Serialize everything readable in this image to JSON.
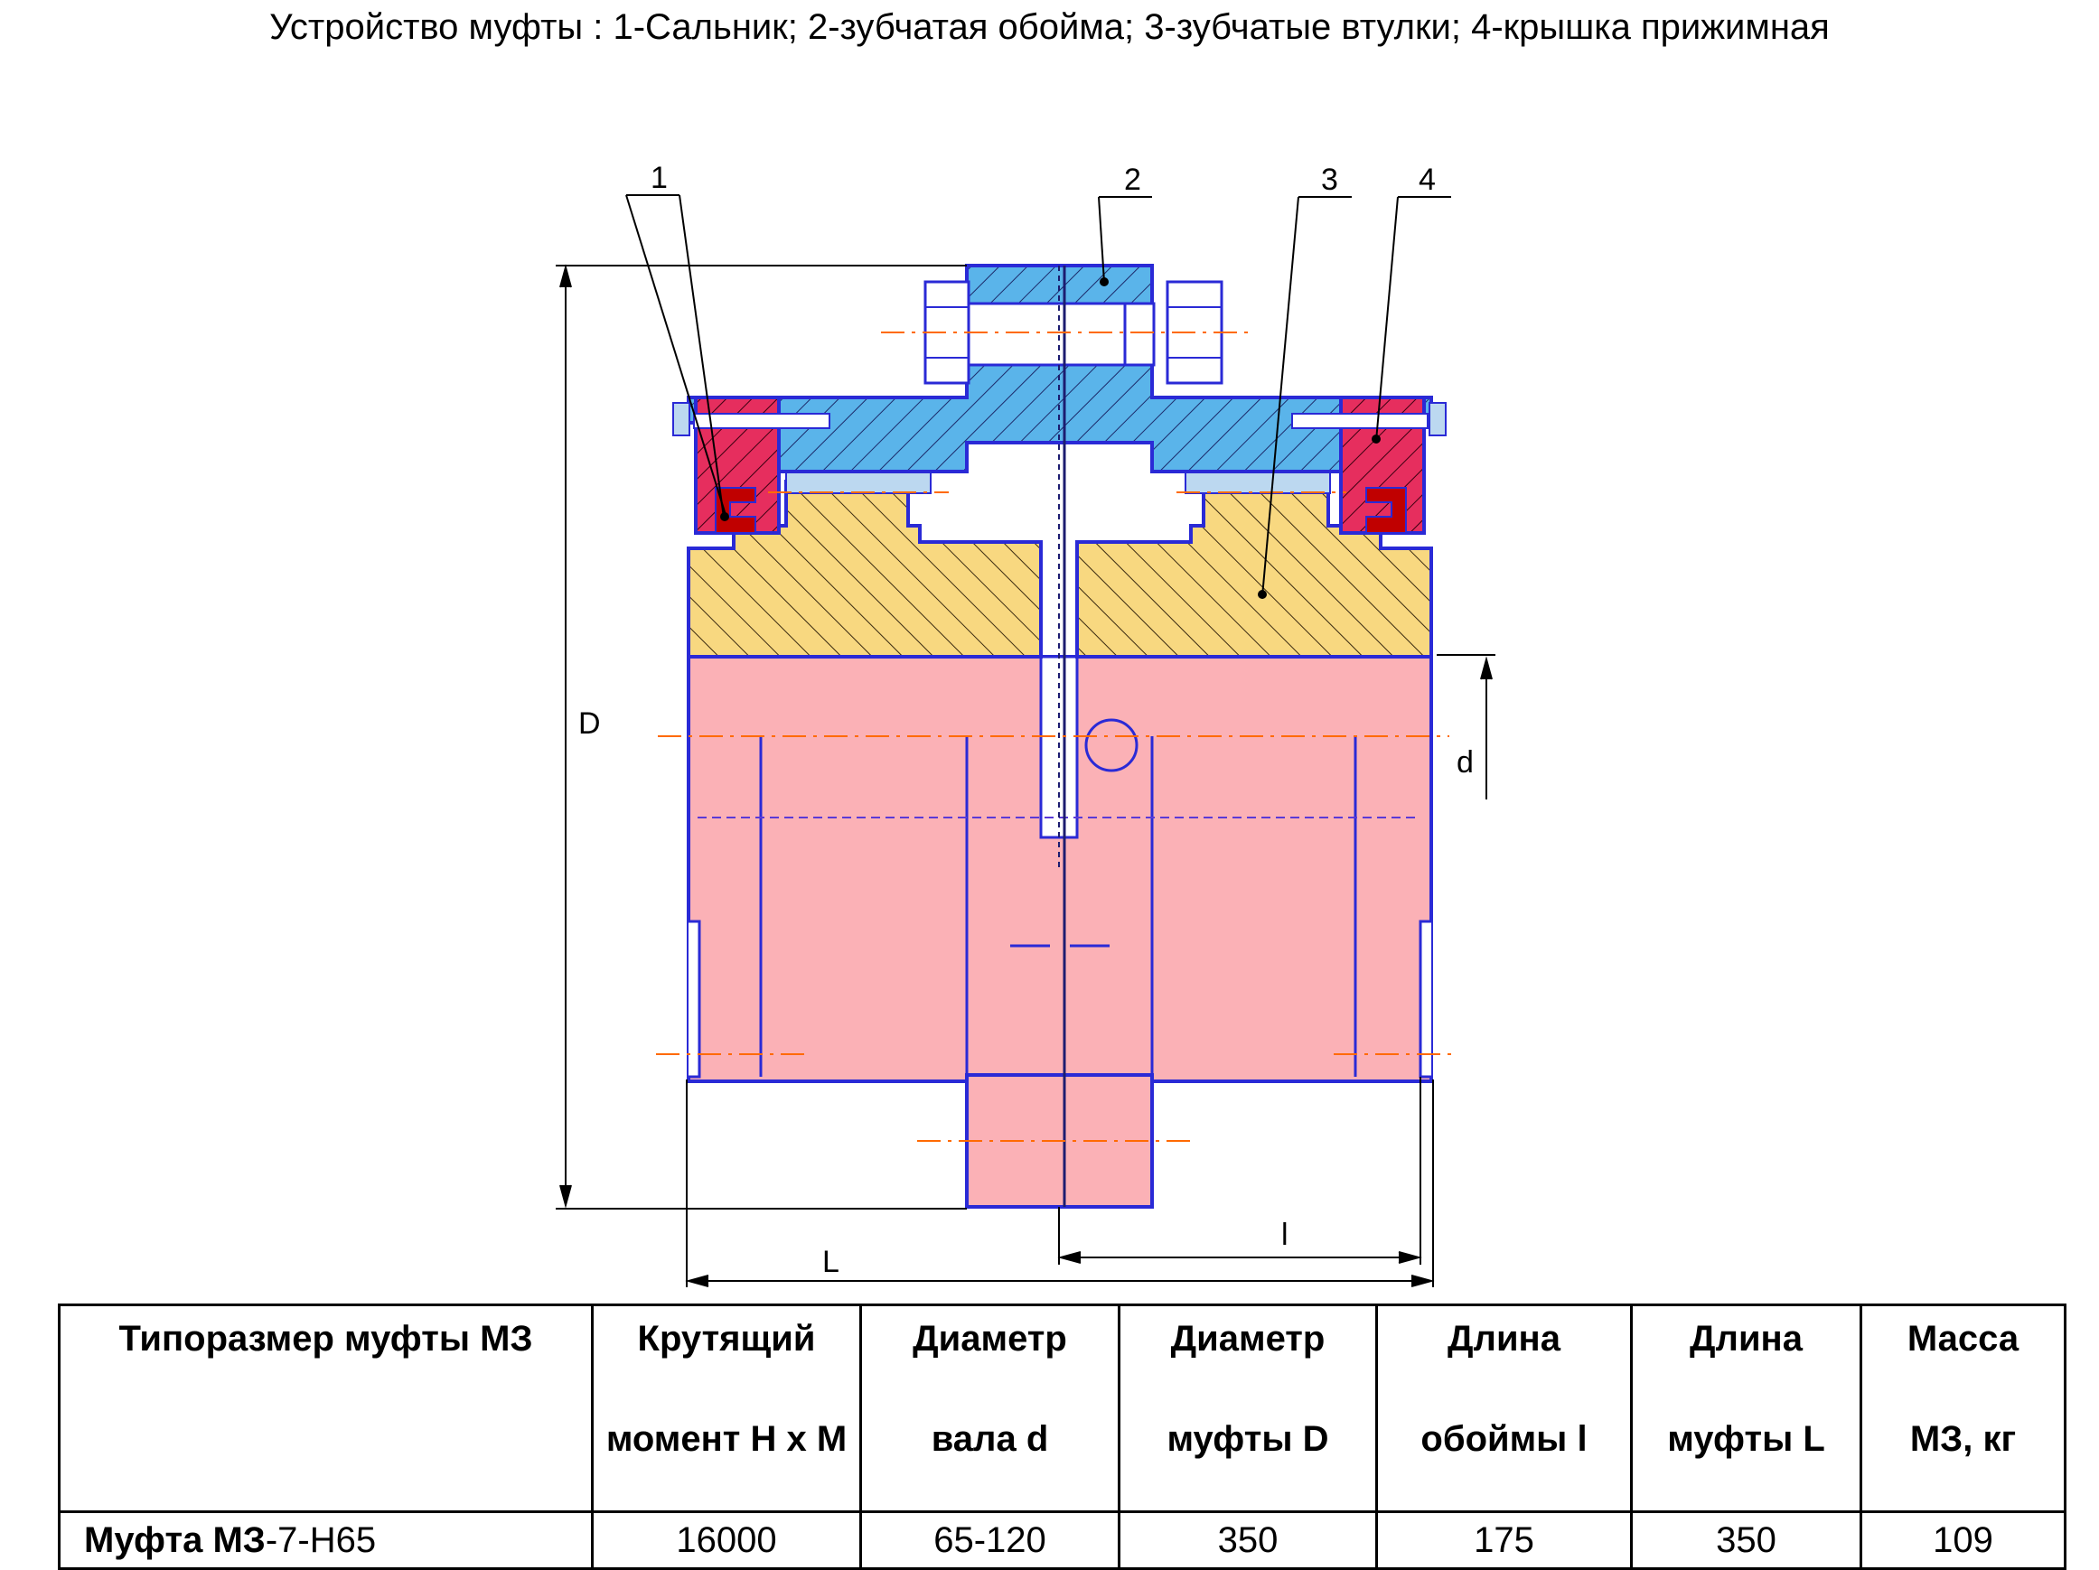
{
  "caption": "Устройство муфты : 1-Сальник; 2-зубчатая обойма; 3-зубчатые втулки; 4-крышка прижимная",
  "diagram": {
    "callouts": [
      "1",
      "2",
      "3",
      "4"
    ],
    "dimensions": {
      "D": "D",
      "d": "d",
      "L": "L",
      "l": "l"
    },
    "colors": {
      "cage": "#5ab4ea",
      "hub": "#f8d880",
      "bore": "#fbb1b6",
      "cover": "#e62e5e",
      "seal": "#c00000",
      "outline": "#2a2ad6",
      "axis": "#ff6a00"
    }
  },
  "table": {
    "header_row1": [
      "Типоразмер муфты МЗ",
      "Крутящий",
      "Диаметр",
      "Диаметр",
      "Длина",
      "Длина",
      "Масса"
    ],
    "header_row2": [
      "",
      "момент Н х М",
      "вала d",
      "муфты D",
      "обоймы l",
      "муфты L",
      "МЗ, кг"
    ],
    "row": {
      "name_bold": "Муфта МЗ",
      "name_rest": "-7-Н65",
      "torque": "16000",
      "shaft_d": "65-120",
      "coupling_D": "350",
      "cage_l": "175",
      "coupling_L": "350",
      "mass": "109"
    }
  }
}
